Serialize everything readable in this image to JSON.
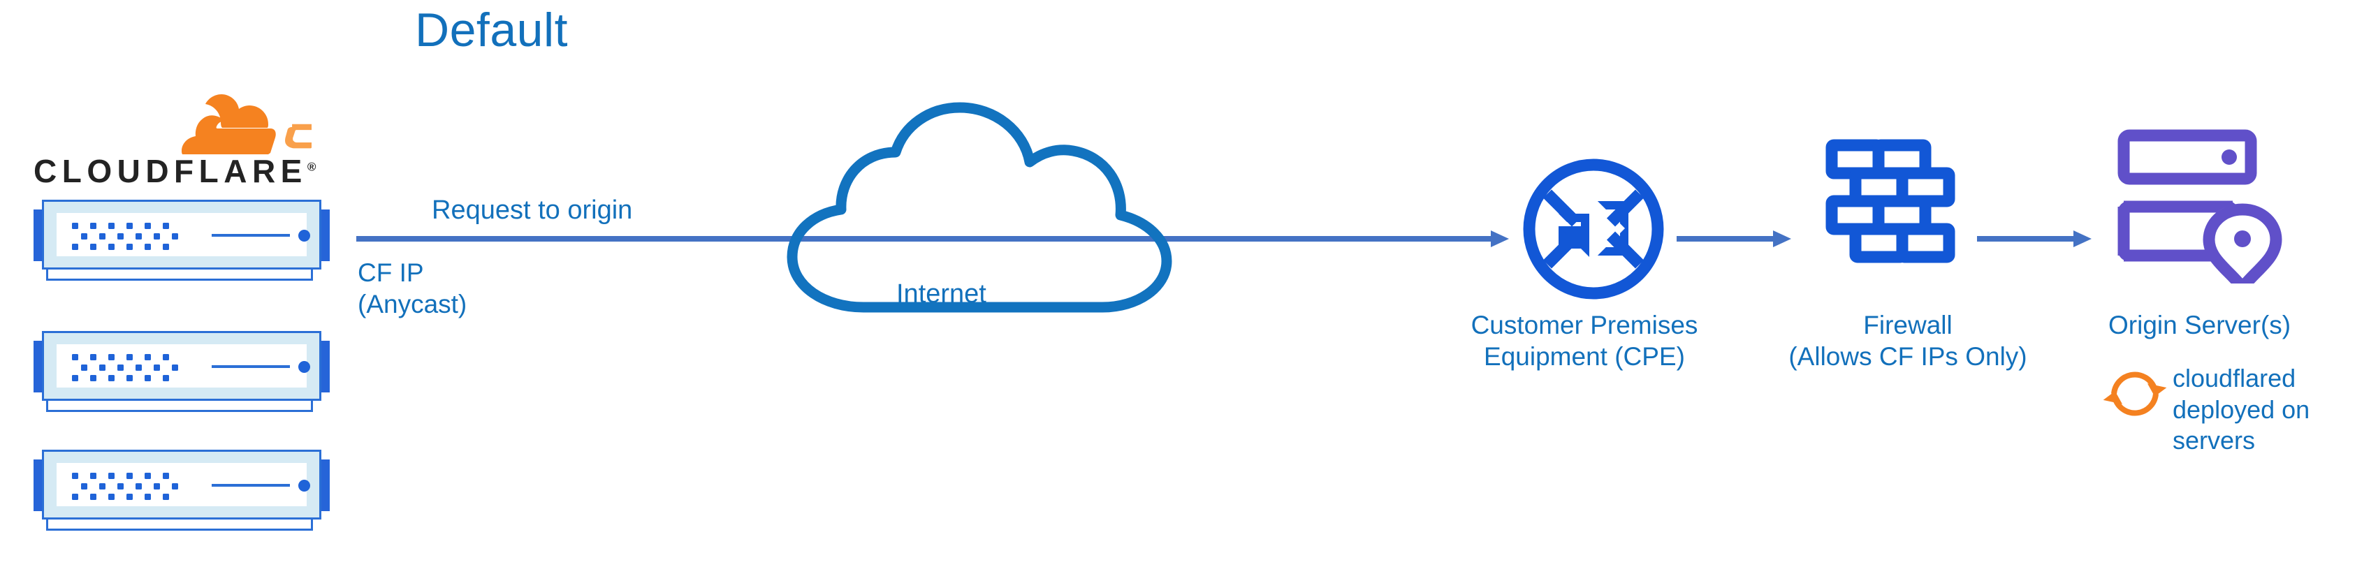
{
  "title": "Default",
  "colors": {
    "title_blue": "#1270BB",
    "label_blue": "#1270BB",
    "arrow_blue": "#4472C4",
    "icon_blue": "#1257D6",
    "cloud_blue": "#1273BF",
    "origin_purple": "#6050C9",
    "cloudflared_orange": "#F48120",
    "rack_frame_blue": "#2B6FD6",
    "rack_fill_blue": "#D5EAF4",
    "wordmark_black": "#232323",
    "background": "#FFFFFF"
  },
  "logo": {
    "wordmark": "CLOUDFLARE",
    "registered_mark": "®",
    "icon_name": "cloudflare-cloud-logo"
  },
  "servers": {
    "count": 3,
    "icon_name": "server-rack-icon",
    "items": [
      {
        "id": "server-rack-1"
      },
      {
        "id": "server-rack-2"
      },
      {
        "id": "server-rack-3"
      }
    ]
  },
  "labels": {
    "request_to_origin": "Request to origin",
    "cf_ip": "CF IP\n(Anycast)",
    "internet": "Internet",
    "cpe": "Customer Premises\nEquipment (CPE)",
    "firewall": "Firewall\n(Allows CF IPs Only)",
    "origin_server": "Origin Server(s)",
    "cloudflared": "cloudflared\ndeployed on\nservers"
  },
  "nodes": [
    {
      "id": "cloudflare-edge",
      "icon_name": "server-rack-icon",
      "label": "CF IP (Anycast)"
    },
    {
      "id": "internet",
      "icon_name": "cloud-outline-icon",
      "label": "Internet"
    },
    {
      "id": "cpe",
      "icon_name": "router-icon",
      "label": "Customer Premises Equipment (CPE)"
    },
    {
      "id": "firewall",
      "icon_name": "brick-wall-icon",
      "label": "Firewall (Allows CF IPs Only)"
    },
    {
      "id": "origin",
      "icon_name": "server-stack-pin-icon",
      "label": "Origin Server(s)"
    },
    {
      "id": "cloudflared",
      "icon_name": "sync-arrows-icon",
      "label": "cloudflared deployed on servers"
    }
  ],
  "flow": {
    "arrows": [
      {
        "from": "cloudflare-edge",
        "to": "cpe",
        "label": "Request to origin"
      },
      {
        "from": "cpe",
        "to": "firewall",
        "label": ""
      },
      {
        "from": "firewall",
        "to": "origin",
        "label": ""
      }
    ]
  }
}
